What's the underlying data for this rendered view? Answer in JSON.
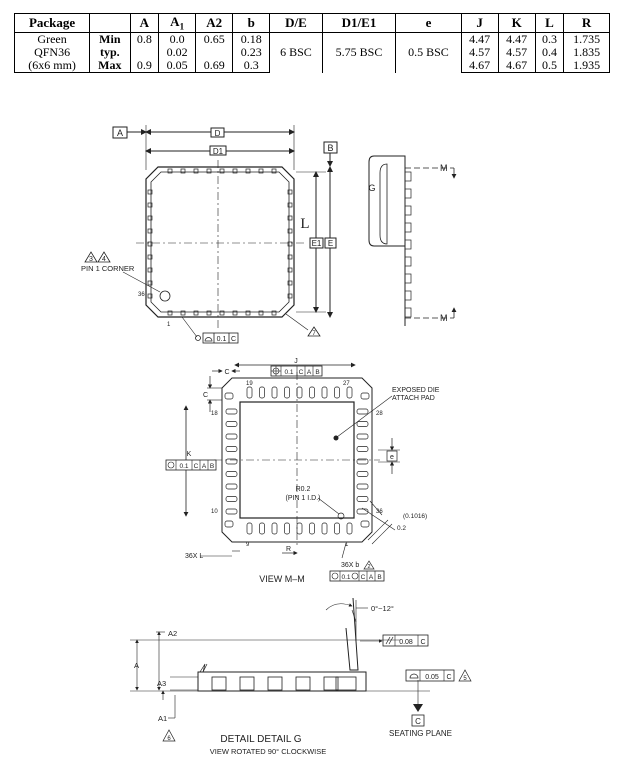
{
  "table": {
    "headers": [
      "Package",
      "",
      "A",
      "A1",
      "A2",
      "b",
      "D/E",
      "D1/E1",
      "e",
      "J",
      "K",
      "L",
      "R"
    ],
    "package_lines": [
      "Green",
      "QFN36",
      "(6x6 mm)"
    ],
    "rows": [
      {
        "label": "Min",
        "A": "0.8",
        "A1": "0.0",
        "A2": "0.65",
        "b": "0.18",
        "J": "4.47",
        "K": "4.47",
        "L": "0.3",
        "R": "1.735"
      },
      {
        "label": "typ.",
        "A": "",
        "A1": "0.02",
        "A2": "",
        "b": "0.23",
        "J": "4.57",
        "K": "4.57",
        "L": "0.4",
        "R": "1.835"
      },
      {
        "label": "Max",
        "A": "0.9",
        "A1": "0.05",
        "A2": "0.69",
        "b": "0.3",
        "J": "4.67",
        "K": "4.67",
        "L": "0.5",
        "R": "1.935"
      }
    ],
    "merged": {
      "DE": "6 BSC",
      "D1E1": "5.75 BSC",
      "e": "0.5 BSC"
    }
  },
  "top_view": {
    "datum_a": "A",
    "datum_b": "B",
    "dim_d": "D",
    "dim_d1": "D1",
    "dim_e1": "E1",
    "dim_e": "E",
    "dim_l": "L",
    "note_pin1": "PIN 1 CORNER",
    "note_flags": [
      "3",
      "4"
    ],
    "pin36": "36",
    "pin1": "1",
    "fcf": [
      "0.1",
      "C"
    ],
    "flag7": "7"
  },
  "side_view": {
    "detail": "G",
    "section": [
      "M",
      "M"
    ]
  },
  "bottom_view": {
    "dim_j": "J",
    "dim_k": "K",
    "dim_c": "C",
    "dim_e": "e",
    "dim_r": "R",
    "pins": {
      "p19": "19",
      "p27": "27",
      "p18": "18",
      "p28": "28",
      "p10": "10",
      "p36": "36",
      "p9": "9",
      "p1": "1"
    },
    "exposed_pad": [
      "EXPOSED DIE",
      "ATTACH PAD"
    ],
    "r02": [
      "R0.2",
      "(PIN 1 I.D.)"
    ],
    "dim_01016": "(0.1016)",
    "dim_02": "0.2",
    "fcf_top": [
      "0.1",
      "C",
      "A",
      "B"
    ],
    "fcf_k": [
      "0.1",
      "C",
      "A",
      "B"
    ],
    "note_36xl": "36X L",
    "note_36xb": "36X b",
    "flag2": "2",
    "fcf_b": [
      "0.1",
      "C",
      "A",
      "B"
    ],
    "title": "VIEW M–M"
  },
  "detail_g": {
    "angle": "0°~12°",
    "dim_a2": "A2",
    "dim_a": "A",
    "dim_a3": "A3",
    "dim_a1": "A1",
    "fcf_par": [
      "0.08",
      "C"
    ],
    "fcf_coplan": [
      "0.05",
      "C"
    ],
    "flag5": "5",
    "flag6": "6",
    "datum_c": "C",
    "seating": "SEATING PLANE",
    "title": "DETAIL G",
    "subtitle": "VIEW ROTATED 90° CLOCKWISE"
  }
}
